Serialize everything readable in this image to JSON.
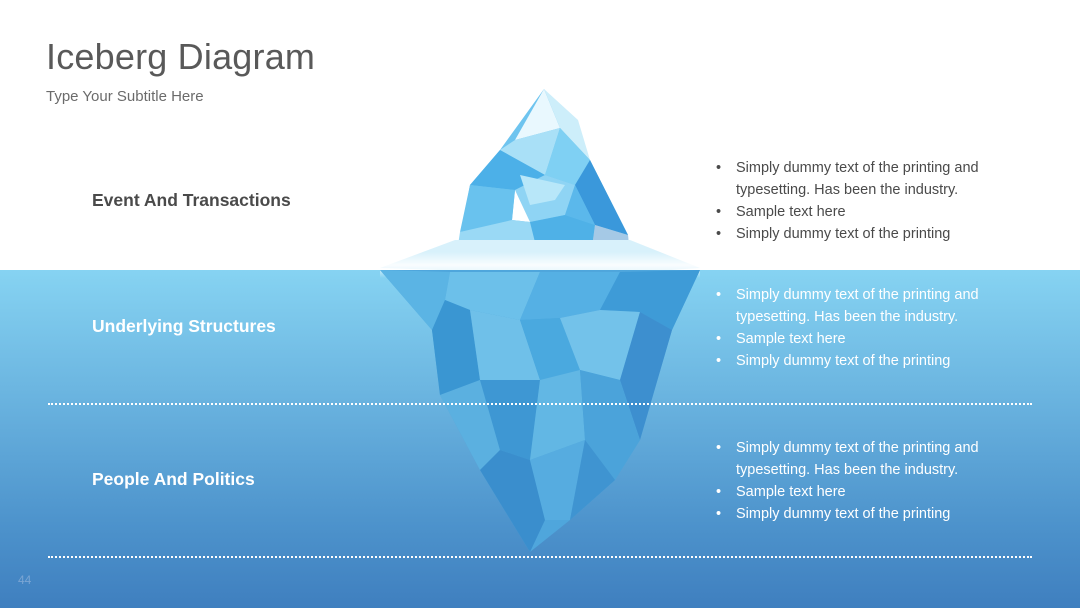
{
  "slide": {
    "title": "Iceberg Diagram",
    "subtitle": "Type Your Subtitle Here",
    "page_number": "44"
  },
  "sections": [
    {
      "label": "Event And Transactions",
      "bullets": [
        "Simply dummy text of the printing and typesetting. Has been the industry.",
        "Sample text here",
        "Simply dummy text of the printing"
      ]
    },
    {
      "label": "Underlying Structures",
      "bullets": [
        "Simply dummy text of the printing and typesetting. Has been the industry.",
        "Sample text here",
        "Simply dummy text of the printing"
      ]
    },
    {
      "label": "People And Politics",
      "bullets": [
        "Simply dummy text of the printing and typesetting. Has been the industry.",
        "Sample text here",
        "Simply dummy text of the printing"
      ]
    }
  ],
  "colors": {
    "title_text": "#595959",
    "water_top": "#86d3f2",
    "water_bottom": "#3f7fbf",
    "ice_light": "#cdeefa",
    "ice_mid": "#5bb5e8",
    "ice_dark": "#2f86c9"
  }
}
